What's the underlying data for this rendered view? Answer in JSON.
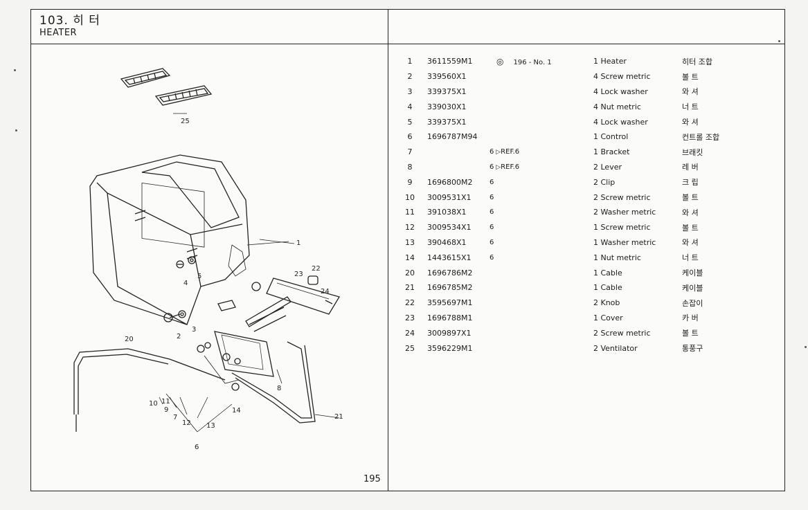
{
  "header": {
    "title_ko": "103. 히 터",
    "title_en": "HEATER"
  },
  "page_number": "195",
  "diagram": {
    "callouts": [
      "25",
      "1",
      "2",
      "3",
      "4",
      "5",
      "6",
      "7",
      "8",
      "9",
      "10",
      "11",
      "12",
      "13",
      "14",
      "20",
      "21",
      "22",
      "23",
      "24"
    ]
  },
  "parts": [
    {
      "no": "1",
      "part": "3611559M1",
      "ref": "196 - No. 1",
      "ref_icon": "eye-icon",
      "qty_desc": "1 Heater",
      "ko": "히터 조합"
    },
    {
      "no": "2",
      "part": "339560X1",
      "ref": "",
      "qty_desc": "4 Screw metric",
      "ko": "볼 트"
    },
    {
      "no": "3",
      "part": "339375X1",
      "ref": "",
      "qty_desc": "4 Lock washer",
      "ko": "와 셔"
    },
    {
      "no": "4",
      "part": "339030X1",
      "ref": "",
      "qty_desc": "4 Nut metric",
      "ko": "너 트"
    },
    {
      "no": "5",
      "part": "339375X1",
      "ref": "",
      "qty_desc": "4 Lock washer",
      "ko": "와 셔"
    },
    {
      "no": "6",
      "part": "1696787M94",
      "ref": "",
      "qty_desc": "1 Control",
      "ko": "컨트롤 조합"
    },
    {
      "no": "7",
      "part": "",
      "ref": "6",
      "ref_arrow": "REF.6",
      "qty_desc": "1 Bracket",
      "ko": "브래킷"
    },
    {
      "no": "8",
      "part": "",
      "ref": "6",
      "ref_arrow": "REF.6",
      "qty_desc": "2 Lever",
      "ko": "레 버"
    },
    {
      "no": "9",
      "part": "1696800M2",
      "ref": "6",
      "qty_desc": "2 Clip",
      "ko": "크 립"
    },
    {
      "no": "10",
      "part": "3009531X1",
      "ref": "6",
      "qty_desc": "2 Screw metric",
      "ko": "볼 트"
    },
    {
      "no": "11",
      "part": "391038X1",
      "ref": "6",
      "qty_desc": "2 Washer metric",
      "ko": "와 셔"
    },
    {
      "no": "12",
      "part": "3009534X1",
      "ref": "6",
      "qty_desc": "1 Screw metric",
      "ko": "볼 트"
    },
    {
      "no": "13",
      "part": "390468X1",
      "ref": "6",
      "qty_desc": "1 Washer metric",
      "ko": "와 셔"
    },
    {
      "no": "14",
      "part": "1443615X1",
      "ref": "6",
      "qty_desc": "1 Nut metric",
      "ko": "너 트"
    },
    {
      "no": "20",
      "part": "1696786M2",
      "ref": "",
      "qty_desc": "1 Cable",
      "ko": "케이블"
    },
    {
      "no": "21",
      "part": "1696785M2",
      "ref": "",
      "qty_desc": "1 Cable",
      "ko": "케이블"
    },
    {
      "no": "22",
      "part": "3595697M1",
      "ref": "",
      "qty_desc": "2 Knob",
      "ko": "손잡이"
    },
    {
      "no": "23",
      "part": "1696788M1",
      "ref": "",
      "qty_desc": "1 Cover",
      "ko": "카 버"
    },
    {
      "no": "24",
      "part": "3009897X1",
      "ref": "",
      "qty_desc": "2 Screw metric",
      "ko": "볼 트"
    },
    {
      "no": "25",
      "part": "3596229M1",
      "ref": "",
      "qty_desc": "2 Ventilator",
      "ko": "통풍구"
    }
  ]
}
